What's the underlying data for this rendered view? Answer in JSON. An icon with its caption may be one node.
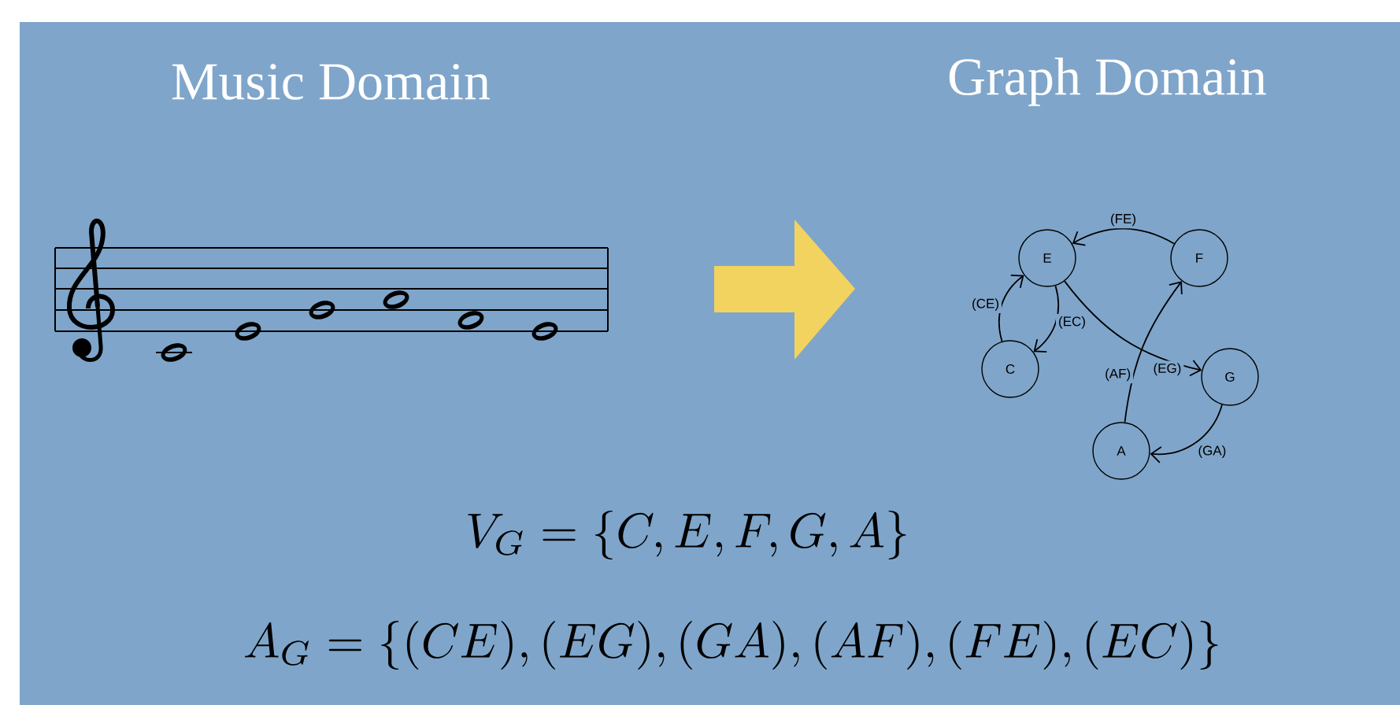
{
  "diagram": {
    "nodes": [
      {
        "text": [
          "E"
        ]
      },
      {
        "text": [
          "F"
        ]
      },
      {
        "text": [
          "C"
        ]
      },
      {
        "text": [
          "G"
        ]
      },
      {
        "text": [
          "A"
        ]
      }
    ],
    "edges": [
      {
        "from": 2,
        "to": 0,
        "arrow": "to",
        "label": "(CE)"
      },
      {
        "from": 0,
        "to": 3,
        "arrow": "to",
        "label": "(EG)"
      },
      {
        "from": 3,
        "to": 4,
        "arrow": "to",
        "label": "(GA)"
      },
      {
        "from": 4,
        "to": 1,
        "arrow": "to",
        "label": "(AF)"
      },
      {
        "from": 1,
        "to": 0,
        "arrow": "to",
        "label": "(FE)"
      },
      {
        "from": 0,
        "to": 2,
        "arrow": "to",
        "label": "(EC)"
      }
    ],
    "labels": [
      "Music Domain",
      "Graph Domain",
      "V_G = \\{C, E, F, G, A\\}",
      "A_G = \\{(CE), (EG), (GA), (AF), (FE), (EC)\\}"
    ]
  }
}
